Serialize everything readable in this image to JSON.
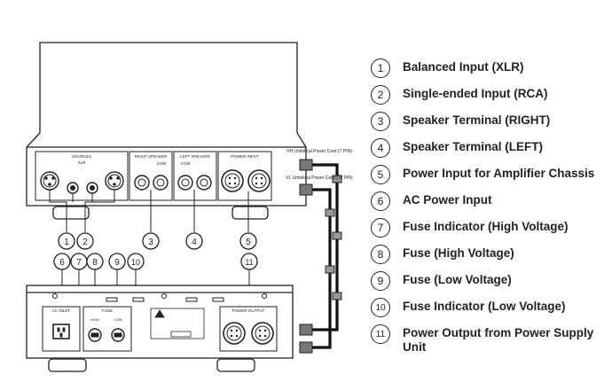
{
  "legend": [
    {
      "num": "1",
      "label": "Balanced Input (XLR)"
    },
    {
      "num": "2",
      "label": "Single-ended Input (RCA)"
    },
    {
      "num": "3",
      "label": "Speaker Terminal (RIGHT)"
    },
    {
      "num": "4",
      "label": "Speaker Terminal (LEFT)"
    },
    {
      "num": "5",
      "label": "Power Input for Amplifier Chassis"
    },
    {
      "num": "6",
      "label": "AC Power Input"
    },
    {
      "num": "7",
      "label": "Fuse Indicator (High Voltage)"
    },
    {
      "num": "8",
      "label": "Fuse (High Voltage)"
    },
    {
      "num": "9",
      "label": "Fuse (Low Voltage)"
    },
    {
      "num": "10",
      "label": "Fuse Indicator (Low Voltage)"
    },
    {
      "num": "11",
      "label": "Power Output from Power Supply Unit"
    }
  ],
  "amplifier": {
    "sources": "SOURCES",
    "xlr": "XLR",
    "right_speaker": "RIGHT SPEAKER",
    "left_speaker": "LEFT SPEAKER",
    "power_input": "POWER INPUT",
    "com": "COM"
  },
  "psu": {
    "ac_inlet": "AC INLET",
    "fuse": "FUSE",
    "power_output": "POWER OUTPUT",
    "hv": "HIGH",
    "lv": "LOW"
  },
  "cables": {
    "cable_7pin": "VH Umbilical Power Cord (7 PIN)",
    "cable_12pin": "VL Umbilical Power Cord (12 PIN)"
  },
  "callouts": [
    "1",
    "2",
    "3",
    "4",
    "5",
    "6",
    "7",
    "8",
    "9",
    "10",
    "11"
  ]
}
